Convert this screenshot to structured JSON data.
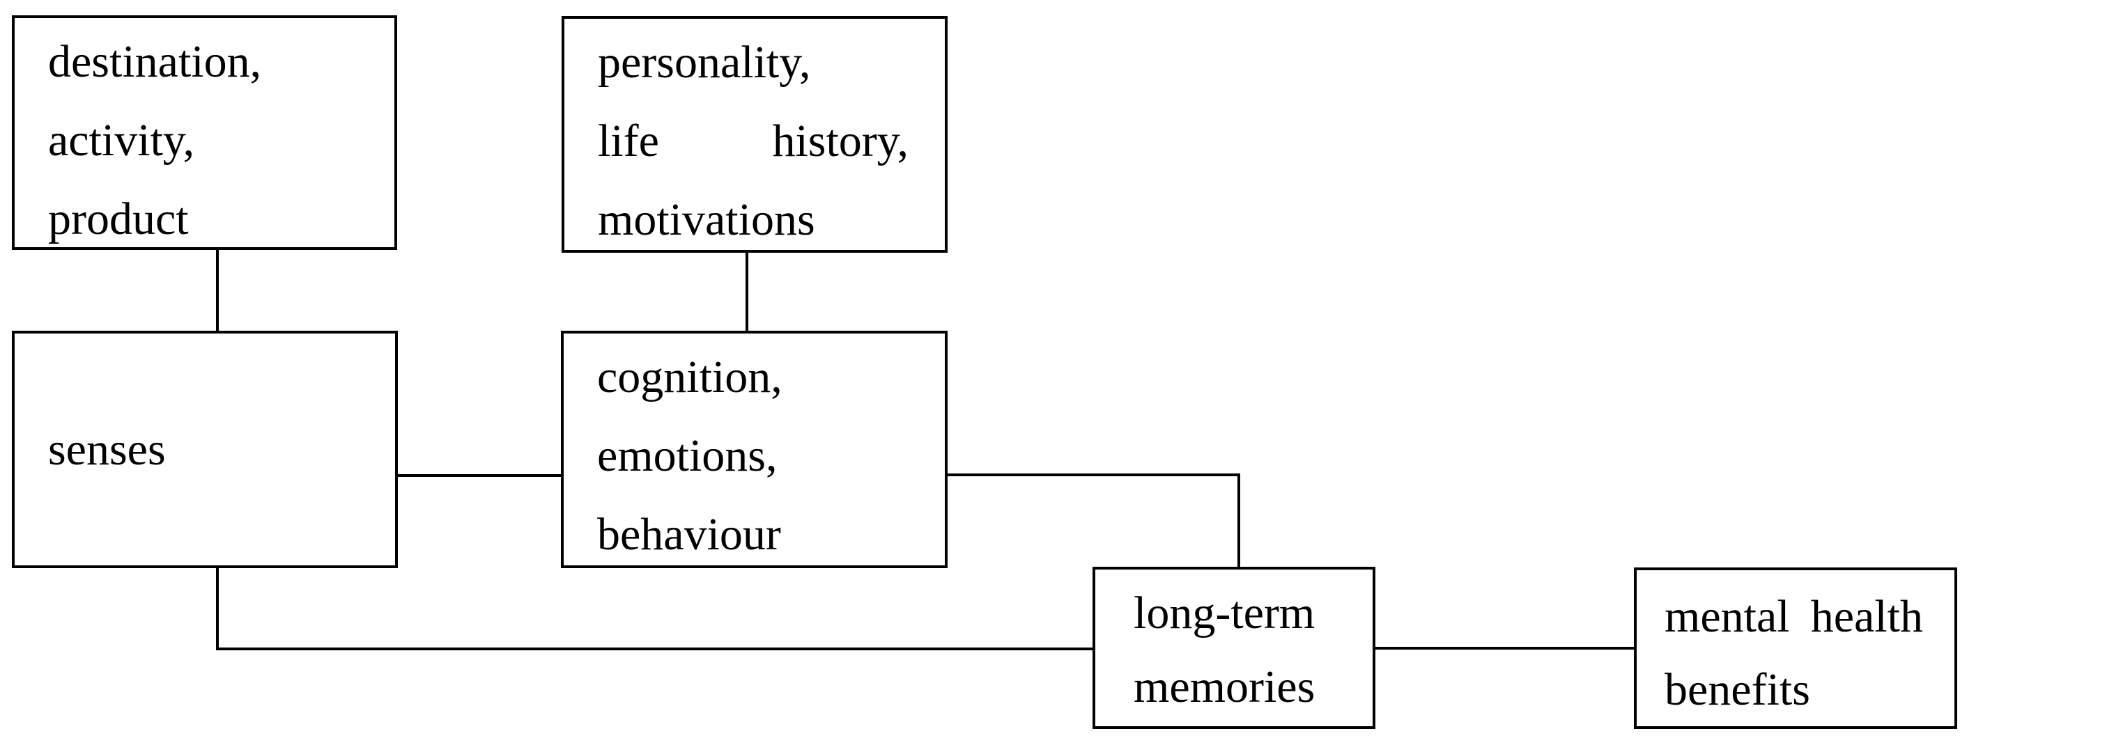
{
  "diagram": {
    "type": "flow-diagram",
    "colors": {
      "background": "#ffffff",
      "box_border": "#000000",
      "connector": "#000000",
      "text": "#000000"
    },
    "boxes": {
      "destination": {
        "lines": [
          "destination,",
          "activity,",
          "product"
        ]
      },
      "personality": {
        "line1": "personality,",
        "line2_words": [
          "life",
          "history,"
        ],
        "line3": "motivations"
      },
      "senses": {
        "label": "senses"
      },
      "cognition": {
        "lines": [
          "cognition,",
          "emotions,",
          "behaviour"
        ]
      },
      "longterm": {
        "lines": [
          "long-term",
          "memories"
        ]
      },
      "mental": {
        "line1_words": [
          "mental",
          "health"
        ],
        "line2": "benefits"
      }
    },
    "edges": [
      {
        "from": "destination-activity-product",
        "to": "senses",
        "shape": "vertical"
      },
      {
        "from": "personality-life-history-motivations",
        "to": "cognition-emotions-behaviour",
        "shape": "vertical"
      },
      {
        "from": "senses",
        "to": "cognition-emotions-behaviour",
        "shape": "horizontal"
      },
      {
        "from": "cognition-emotions-behaviour",
        "to": "long-term-memories",
        "shape": "elbow-right-down"
      },
      {
        "from": "senses",
        "to": "long-term-memories",
        "shape": "elbow-down-right"
      },
      {
        "from": "long-term-memories",
        "to": "mental-health-benefits",
        "shape": "horizontal"
      }
    ]
  }
}
